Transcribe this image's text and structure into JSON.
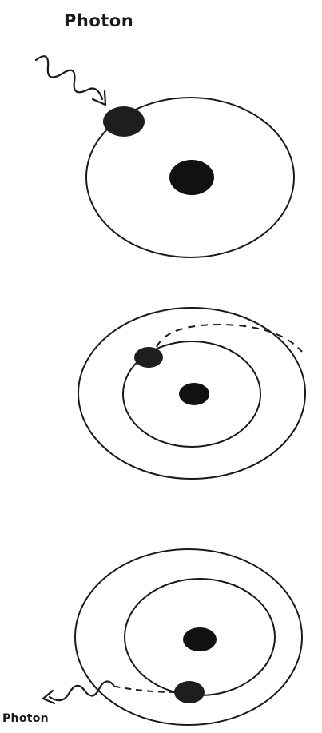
{
  "labels": {
    "incoming_photon": "Photon",
    "emitted_photon": "Photon"
  },
  "colors": {
    "ink": "#1a1a1a",
    "background": "#ffffff"
  },
  "panels": [
    {
      "name": "absorption",
      "orbits": 1
    },
    {
      "name": "excited-transition",
      "orbits": 2
    },
    {
      "name": "emission",
      "orbits": 2
    }
  ]
}
